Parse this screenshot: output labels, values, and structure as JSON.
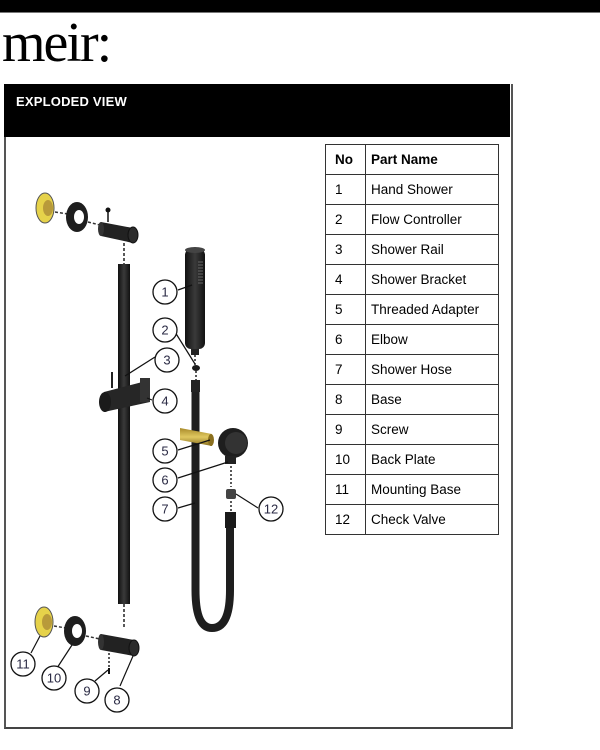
{
  "brand": {
    "logo_text": "meir:"
  },
  "section": {
    "title": "EXPLODED VIEW"
  },
  "table": {
    "headers": {
      "no": "No",
      "name": "Part Name"
    },
    "rows": [
      {
        "no": "1",
        "name": "Hand Shower"
      },
      {
        "no": "2",
        "name": "Flow Controller"
      },
      {
        "no": "3",
        "name": "Shower Rail"
      },
      {
        "no": "4",
        "name": "Shower Bracket"
      },
      {
        "no": "5",
        "name": "Threaded Adapter"
      },
      {
        "no": "6",
        "name": "Elbow"
      },
      {
        "no": "7",
        "name": "Shower Hose"
      },
      {
        "no": "8",
        "name": "Base"
      },
      {
        "no": "9",
        "name": "Screw"
      },
      {
        "no": "10",
        "name": "Back Plate"
      },
      {
        "no": "11",
        "name": "Mounting Base"
      },
      {
        "no": "12",
        "name": "Check Valve"
      }
    ]
  },
  "callouts": [
    "1",
    "2",
    "3",
    "4",
    "5",
    "6",
    "7",
    "8",
    "9",
    "10",
    "11",
    "12"
  ],
  "colors": {
    "brass": "#c9b04a",
    "gold_plate": "#e6d24a",
    "part_black": "#1e1e1e"
  }
}
